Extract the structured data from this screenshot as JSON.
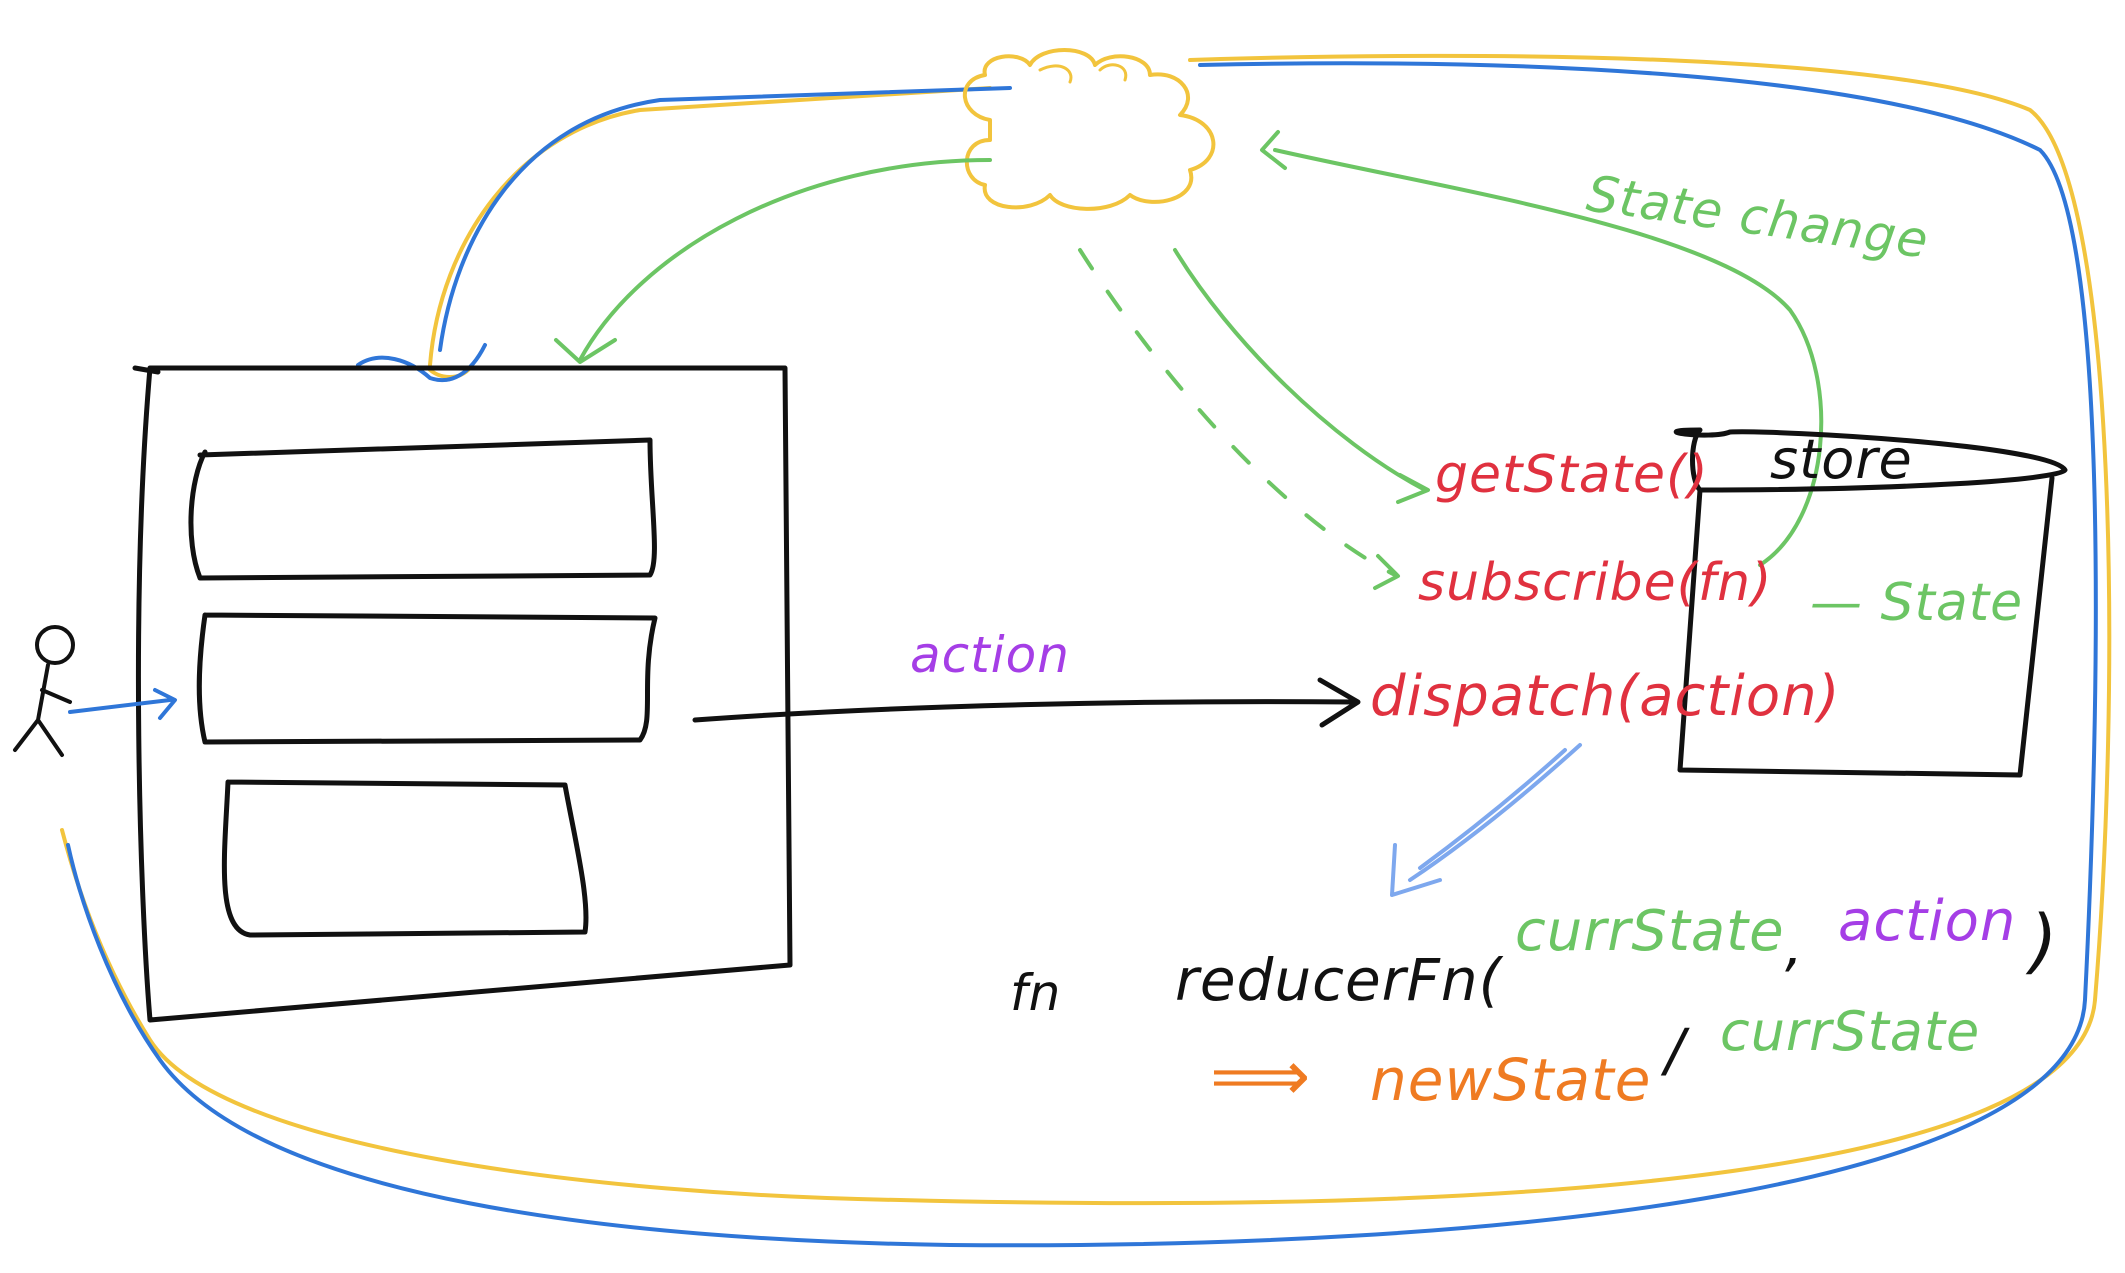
{
  "colors": {
    "ink": "#111111",
    "red": "#e0313f",
    "green": "#6cc564",
    "purple": "#a53ee6",
    "orange": "#ef7b22",
    "blue": "#2f76d8",
    "light_blue": "#7ea8ee",
    "yellow": "#f2c43d"
  },
  "labels": {
    "action": "action",
    "state_change": "State change",
    "store": "store",
    "get_state": "getState()",
    "subscribe": "subscribe(fn)",
    "dispatch": "dispatch(action)",
    "state": "— State",
    "fn": "fn",
    "reducer_name": "reducerFn(",
    "curr_state": "currState",
    "comma": ",",
    "action_arg": "action",
    "close_paren": ")",
    "arrow": "⟹",
    "new_state": "newState",
    "slash": "/",
    "curr_state_2": "currState"
  },
  "icons": {
    "cloud": "cloud-icon",
    "user": "user-icon"
  }
}
